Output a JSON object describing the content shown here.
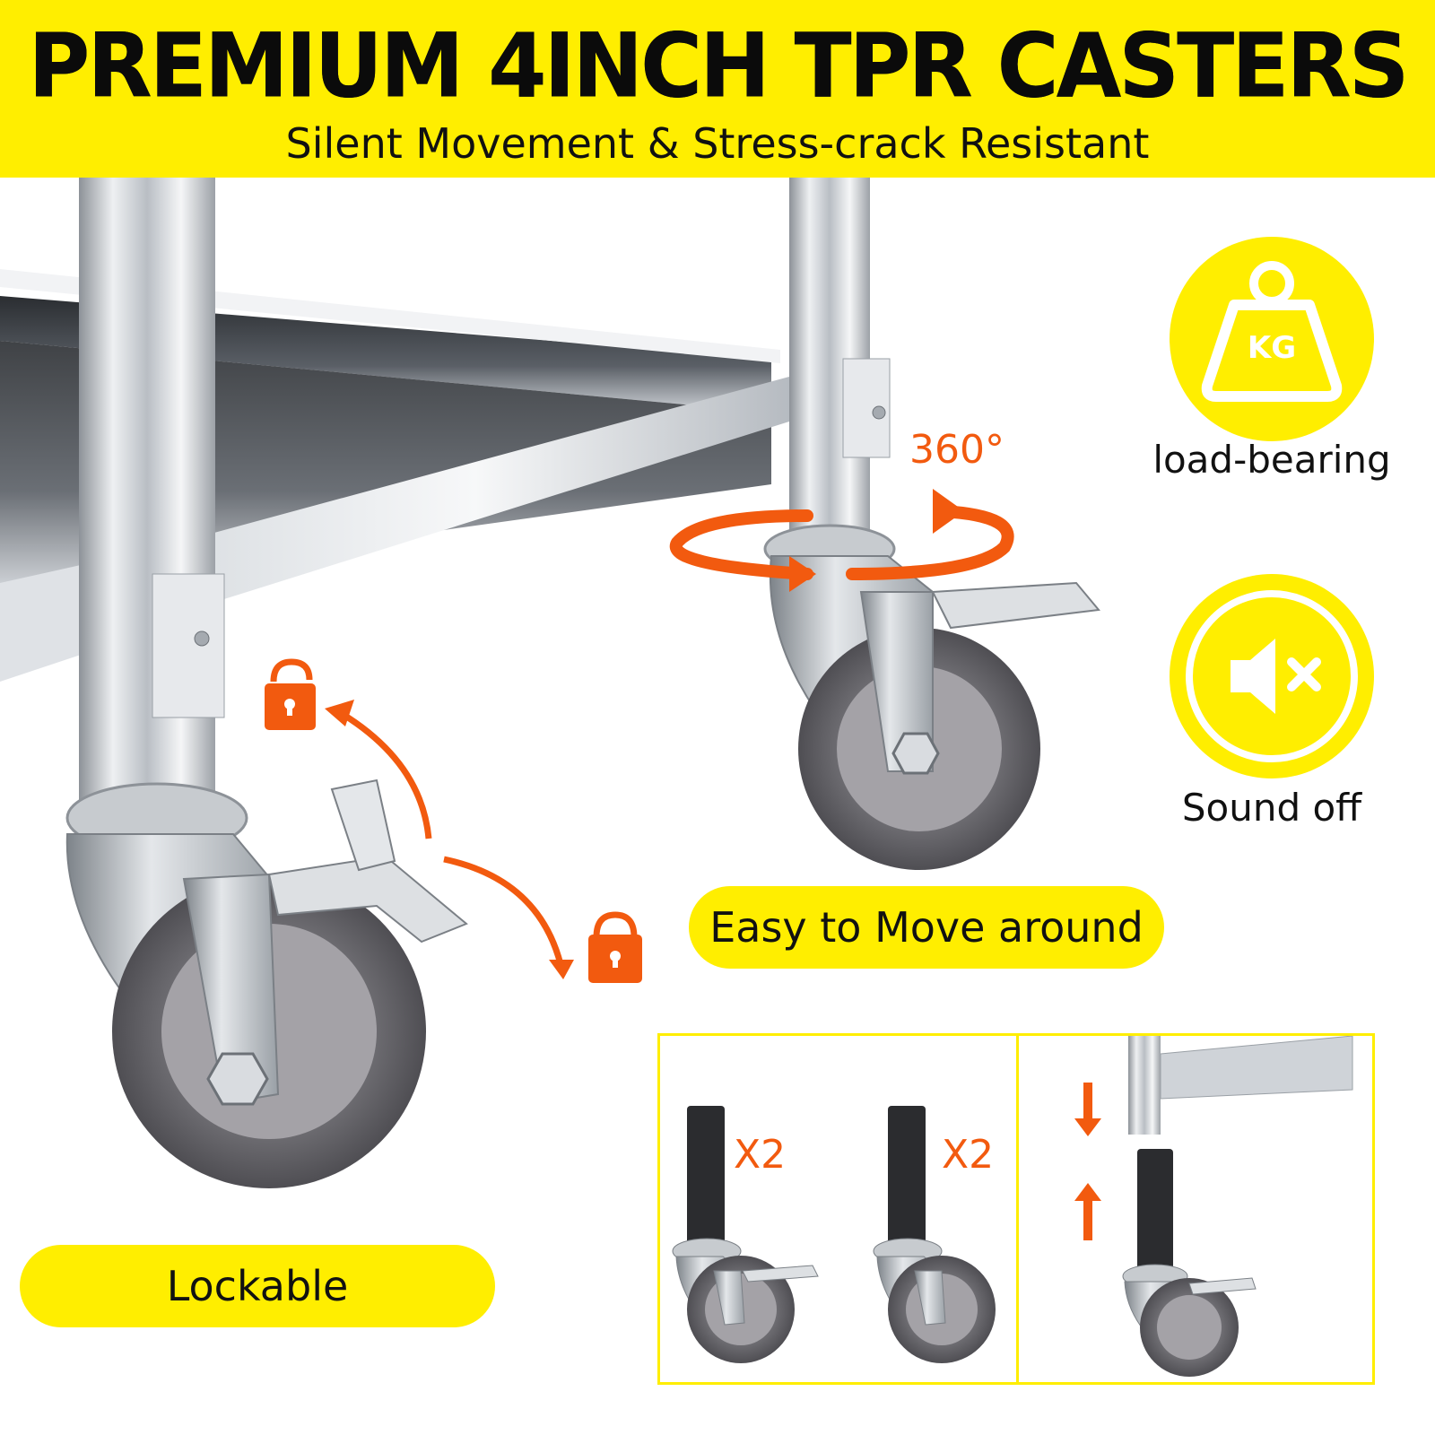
{
  "header": {
    "title": "PREMIUM 4INCH TPR CASTERS",
    "subtitle": "Silent Movement & Stress-crack Resistant"
  },
  "annotations": {
    "rotation": "360°",
    "easy_move": "Easy to Move around",
    "lockable": "Lockable"
  },
  "features": [
    {
      "icon": "weight-kg-icon",
      "icon_text": "KG",
      "label": "load-bearing"
    },
    {
      "icon": "mute-speaker-icon",
      "label": "Sound off"
    }
  ],
  "install": {
    "qty_1": "X2",
    "qty_2": "X2"
  },
  "colors": {
    "accent_yellow": "#ffee00",
    "accent_orange": "#f25a0f",
    "wheel_gray": "#7c7c80",
    "steel": "#c9cdd2"
  }
}
